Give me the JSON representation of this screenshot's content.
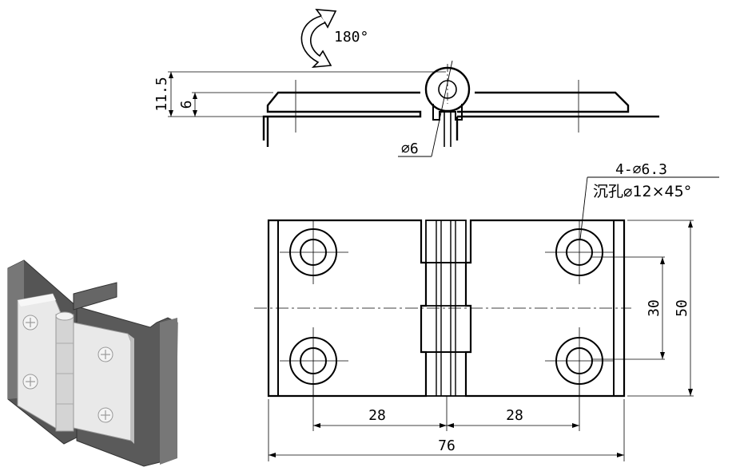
{
  "drawing": {
    "rotation_label": "180°",
    "side_view": {
      "dim_total_height": "11.5",
      "dim_leaf_height": "6",
      "dim_pin_diameter": "⌀6"
    },
    "top_view": {
      "hole_spec_line1": "4-⌀6.3",
      "hole_spec_line2": "沉孔⌀12×45°",
      "dim_hole_spacing_v": "30",
      "dim_height": "50",
      "dim_left_hole_offset": "28",
      "dim_right_hole_offset": "28",
      "dim_total_width": "76"
    }
  },
  "colors": {
    "line": "#000000",
    "frame_dark": "#4a4a4a",
    "frame_mid": "#6b6b6b",
    "hinge_light": "#e6e6e6"
  }
}
